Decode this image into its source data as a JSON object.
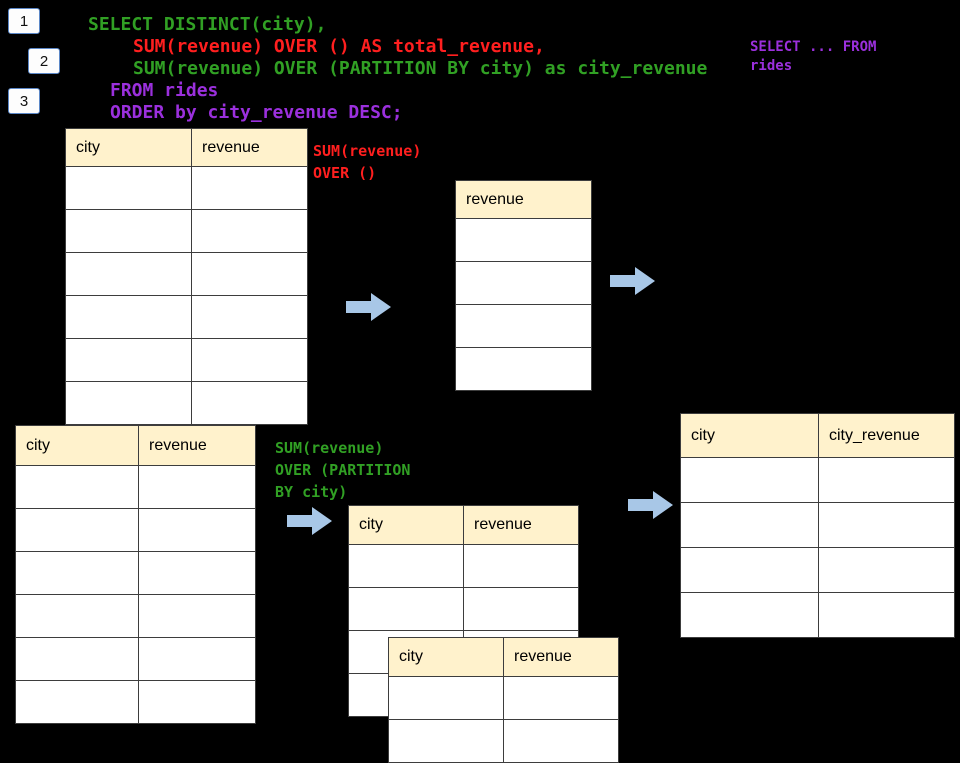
{
  "badges": [
    {
      "label": "1"
    },
    {
      "label": "2"
    },
    {
      "label": "3"
    }
  ],
  "sql": {
    "line1": "SELECT DISTINCT(city),",
    "line2": "SUM(revenue) OVER () AS total_revenue,",
    "line3": "SUM(revenue) OVER (PARTITION BY city) as city_revenue",
    "line4": "FROM rides",
    "line5": "ORDER by city_revenue DESC;"
  },
  "side_note": {
    "line1": "SELECT ... FROM",
    "line2": "rides"
  },
  "annotations": {
    "total": {
      "line1": "SUM(revenue)",
      "line2": "OVER ()"
    },
    "partition": {
      "line1": "SUM(revenue)",
      "line2": "OVER (PARTITION",
      "line3": "BY city)"
    }
  },
  "tables": {
    "source_top": {
      "headers": [
        "city",
        "revenue"
      ],
      "row_count": 6
    },
    "revenue_only": {
      "headers": [
        "revenue"
      ],
      "row_count": 4
    },
    "source_bottom": {
      "headers": [
        "city",
        "revenue"
      ],
      "row_count": 6
    },
    "partition_mid": {
      "headers": [
        "city",
        "revenue"
      ],
      "row_count": 4
    },
    "partition_overlay": {
      "headers": [
        "city",
        "revenue"
      ],
      "row_count": 2
    },
    "result_city_revenue": {
      "headers": [
        "city",
        "city_revenue"
      ],
      "row_count": 4
    }
  },
  "colors": {
    "background": "#000000",
    "table_header_fill": "#FFF2CC",
    "table_cell_fill": "#FFFFFF",
    "table_border": "#3d3d3d",
    "arrow_fill": "#A8C7E7",
    "sql_green": "#31a024",
    "sql_red": "#ff1f1f",
    "sql_purple": "#9b30dd",
    "badge_border": "#5b87c7"
  }
}
